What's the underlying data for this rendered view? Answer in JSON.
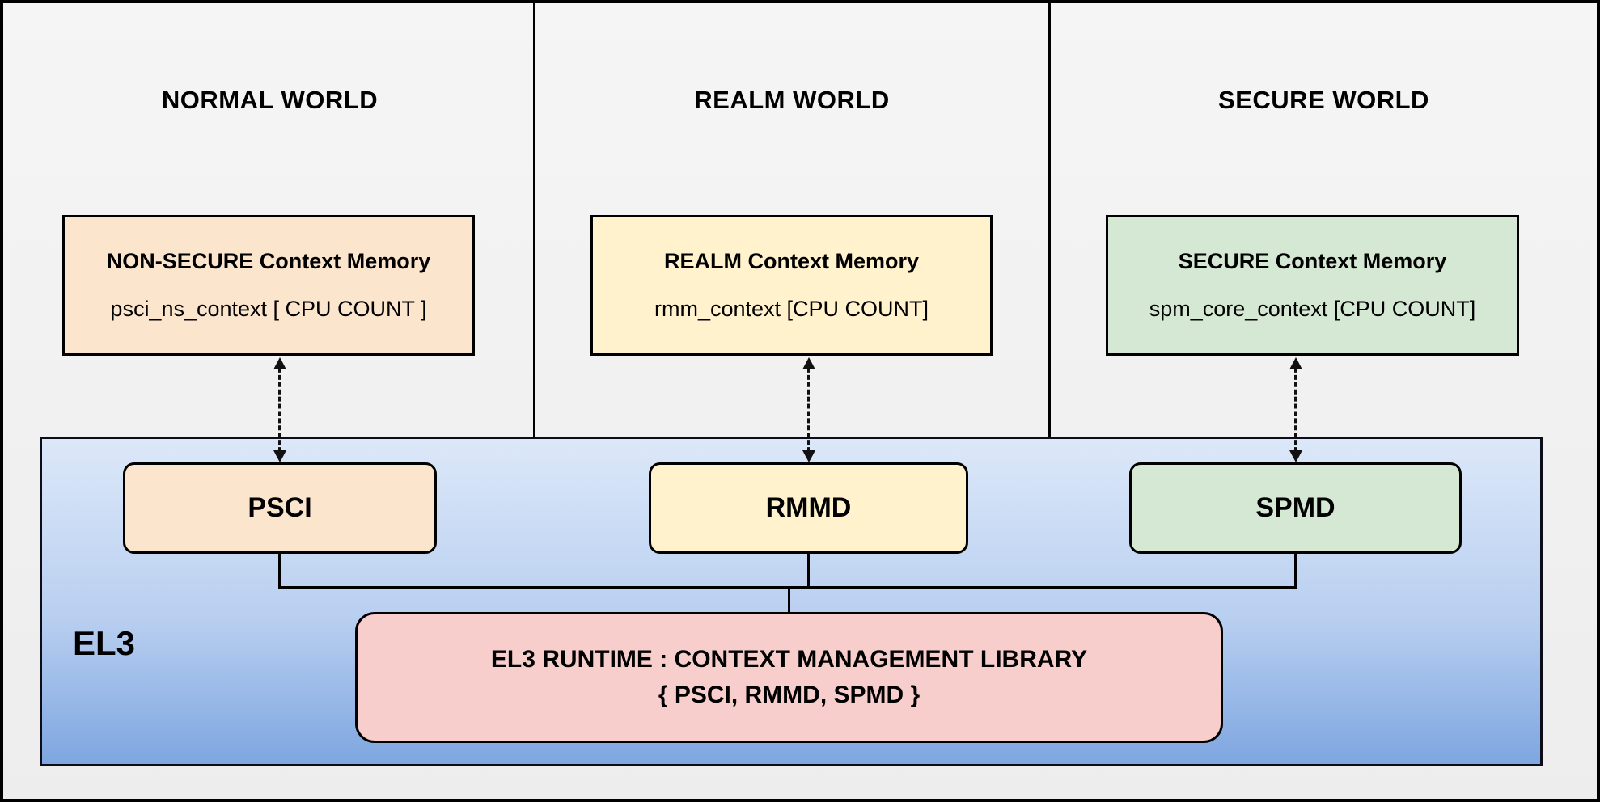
{
  "page": {
    "background_color": "#f0f0f0",
    "el3_gradient_top": "#dce8f9",
    "el3_gradient_bottom": "#7ea6e0"
  },
  "worlds": [
    {
      "title": "NORMAL WORLD",
      "memory_title": "NON-SECURE Context Memory",
      "memory_detail": "psci_ns_context  [ CPU COUNT ]",
      "component": "PSCI",
      "color": "#fce5cd"
    },
    {
      "title": "REALM WORLD",
      "memory_title": "REALM Context Memory",
      "memory_detail": "rmm_context [CPU COUNT]",
      "component": "RMMD",
      "color": "#fff2cc"
    },
    {
      "title": "SECURE WORLD",
      "memory_title": "SECURE Context Memory",
      "memory_detail": "spm_core_context  [CPU COUNT]",
      "component": "SPMD",
      "color": "#d5e8d4"
    }
  ],
  "el3": {
    "label": "EL3",
    "runtime_line1": "EL3 RUNTIME : CONTEXT MANAGEMENT LIBRARY",
    "runtime_line2": "{ PSCI, RMMD, SPMD }",
    "runtime_color": "#f8cecc"
  }
}
